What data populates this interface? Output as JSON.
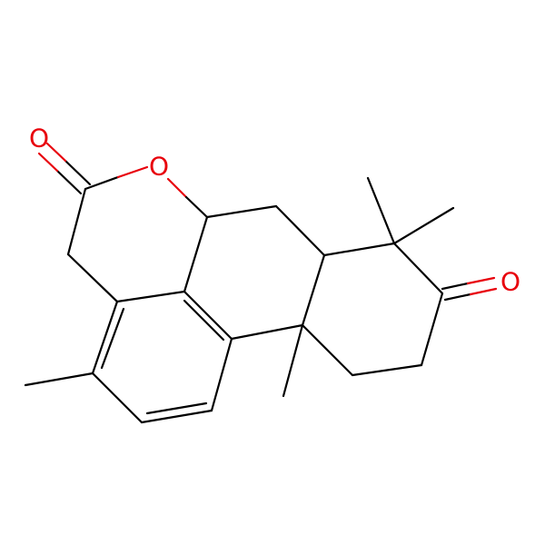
{
  "molecule": {
    "atoms": [
      {
        "id": "o1",
        "symbol": "O",
        "color": "#e8000b"
      },
      {
        "id": "o2",
        "symbol": "O",
        "color": "#e8000b"
      },
      {
        "id": "o3",
        "symbol": "O",
        "color": "#e8000b"
      }
    ],
    "bond_color": "#000000",
    "heteroatom_color": "#e8000b"
  }
}
